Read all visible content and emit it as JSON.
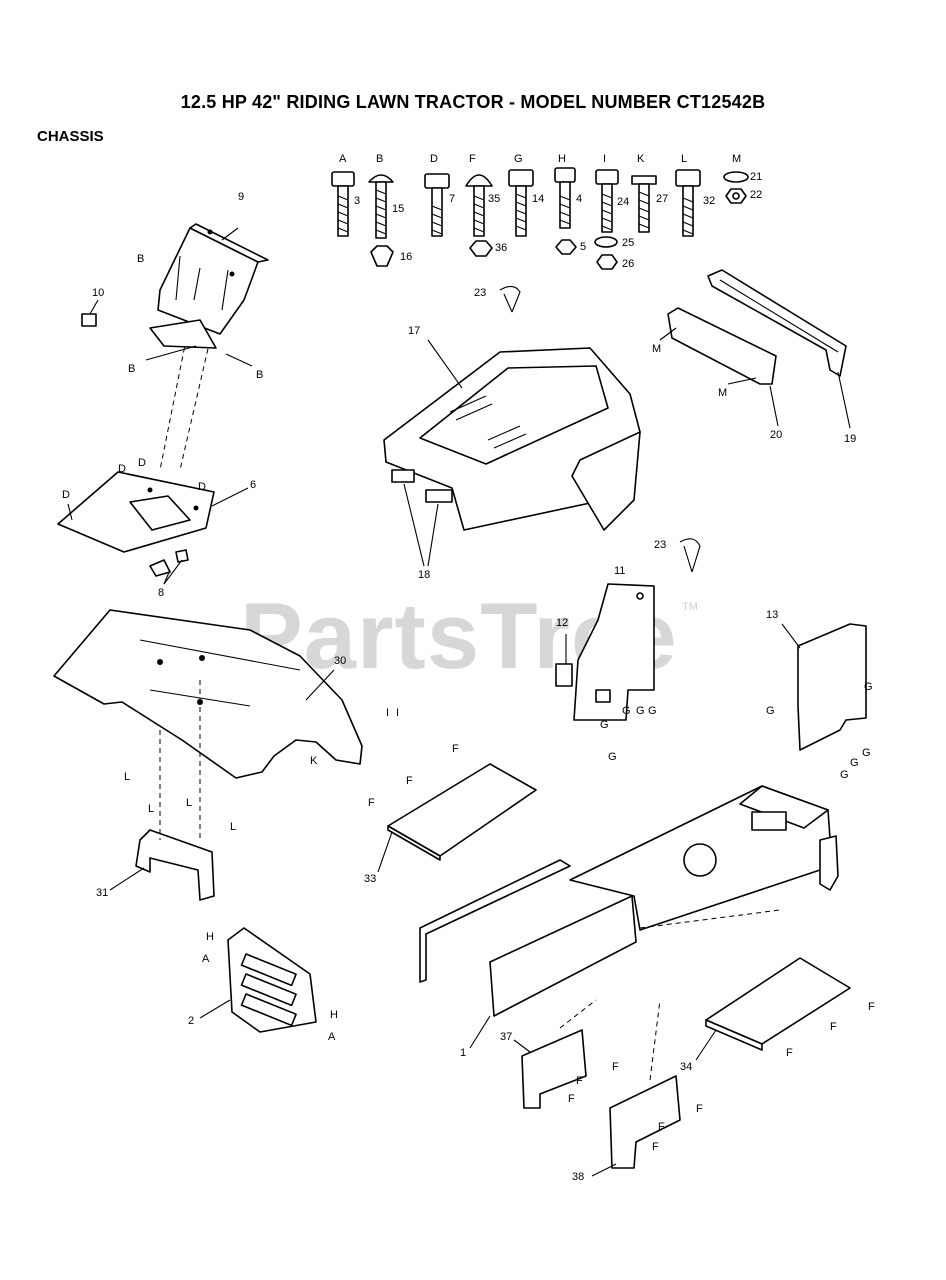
{
  "header": {
    "title": "12.5 HP 42\" RIDING LAWN TRACTOR - MODEL NUMBER CT12542B",
    "section": "CHASSIS"
  },
  "watermark": {
    "text": "PartsTree",
    "tm": "TM"
  },
  "hardware_letters": [
    "A",
    "B",
    "D",
    "F",
    "G",
    "H",
    "I",
    "K",
    "L",
    "M"
  ],
  "hardware_numbers": {
    "A": "3",
    "B": "15",
    "B_nut": "16",
    "D": "7",
    "F": "35",
    "F_nut": "36",
    "G": "14",
    "H": "4",
    "H_nut": "5",
    "I": "24",
    "I_washer": "25",
    "I_nut": "26",
    "K": "27",
    "L": "32",
    "M_washer": "21",
    "M_nut": "22"
  },
  "part_numbers": {
    "p9": "9",
    "p10": "10",
    "p6": "6",
    "p8": "8",
    "p17": "17",
    "p18": "18",
    "p23a": "23",
    "p23b": "23",
    "p19": "19",
    "p20": "20",
    "p11": "11",
    "p12": "12",
    "p13": "13",
    "p30": "30",
    "p31": "31",
    "p33": "33",
    "p2": "2",
    "p1": "1",
    "p37": "37",
    "p34": "34",
    "p38": "38"
  },
  "callout_letters": {
    "B": "B",
    "D": "D",
    "M": "M",
    "G": "G",
    "L": "L",
    "K": "K",
    "I": "I",
    "F": "F",
    "H": "H",
    "A": "A"
  }
}
